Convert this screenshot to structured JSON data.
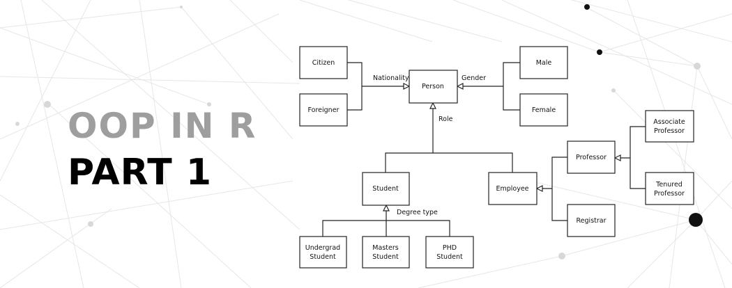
{
  "heading": {
    "line1": "OOP IN R",
    "line2": "PART 1"
  },
  "diagram": {
    "classes": {
      "citizen": [
        "Citizen"
      ],
      "foreigner": [
        "Foreigner"
      ],
      "person": [
        "Person"
      ],
      "male": [
        "Male"
      ],
      "female": [
        "Female"
      ],
      "student": [
        "Student"
      ],
      "employee": [
        "Employee"
      ],
      "professor": [
        "Professor"
      ],
      "associate_professor": [
        "Associate",
        "Professor"
      ],
      "tenured_professor": [
        "Tenured",
        "Professor"
      ],
      "registrar": [
        "Registrar"
      ],
      "undergrad_student": [
        "Undergrad",
        "Student"
      ],
      "masters_student": [
        "Masters",
        "Student"
      ],
      "phd_student": [
        "PHD",
        "Student"
      ]
    },
    "edge_labels": {
      "nationality": "Nationality",
      "gender": "Gender",
      "role": "Role",
      "degree_type": "Degree type"
    }
  },
  "colors": {
    "subtitle_gray": "#9e9e9e",
    "title_black": "#000000",
    "background": "#ffffff",
    "network_lines": "#e3e3e3"
  }
}
